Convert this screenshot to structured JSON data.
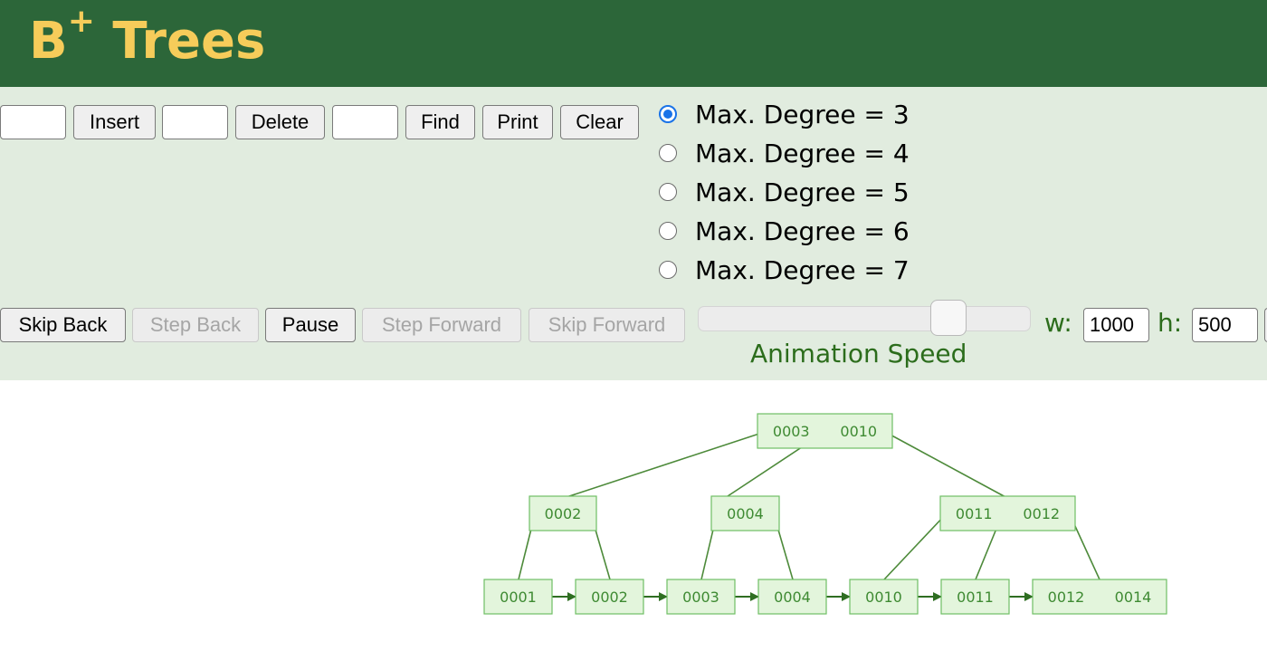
{
  "header": {
    "title_main": "B",
    "title_sup": "+",
    "title_rest": " Trees"
  },
  "toolbar": {
    "insert_label": "Insert",
    "delete_label": "Delete",
    "find_label": "Find",
    "print_label": "Print",
    "clear_label": "Clear",
    "insert_value": "",
    "delete_value": "",
    "find_value": ""
  },
  "degree_options": [
    {
      "label": "Max. Degree = 3",
      "checked": true
    },
    {
      "label": "Max. Degree = 4",
      "checked": false
    },
    {
      "label": "Max. Degree = 5",
      "checked": false
    },
    {
      "label": "Max. Degree = 6",
      "checked": false
    },
    {
      "label": "Max. Degree = 7",
      "checked": false
    }
  ],
  "animation": {
    "skip_back": "Skip Back",
    "step_back": "Step Back",
    "pause": "Pause",
    "step_forward": "Step Forward",
    "skip_forward": "Skip Forward",
    "speed_label": "Animation Speed",
    "speed_fraction": 0.75
  },
  "canvas_size": {
    "w_label": "w:",
    "w_value": "1000",
    "h_label": "h:",
    "h_value": "500"
  },
  "tree": {
    "root": [
      "0003",
      "0010"
    ],
    "internal": [
      [
        "0002"
      ],
      [
        "0004"
      ],
      [
        "0011",
        "0012"
      ]
    ],
    "leaves": [
      [
        "0001"
      ],
      [
        "0002"
      ],
      [
        "0003"
      ],
      [
        "0004"
      ],
      [
        "0010"
      ],
      [
        "0011"
      ],
      [
        "0012",
        "0014"
      ]
    ]
  },
  "colors": {
    "header_bg": "#2c6639",
    "title": "#f6cc5a",
    "controls_bg": "#e1ecdf",
    "node_fill": "#e3f5dc",
    "node_stroke": "#6fbf64",
    "node_text": "#3e8a32",
    "edge": "#4d8a3a",
    "arrow": "#2f6e22"
  }
}
